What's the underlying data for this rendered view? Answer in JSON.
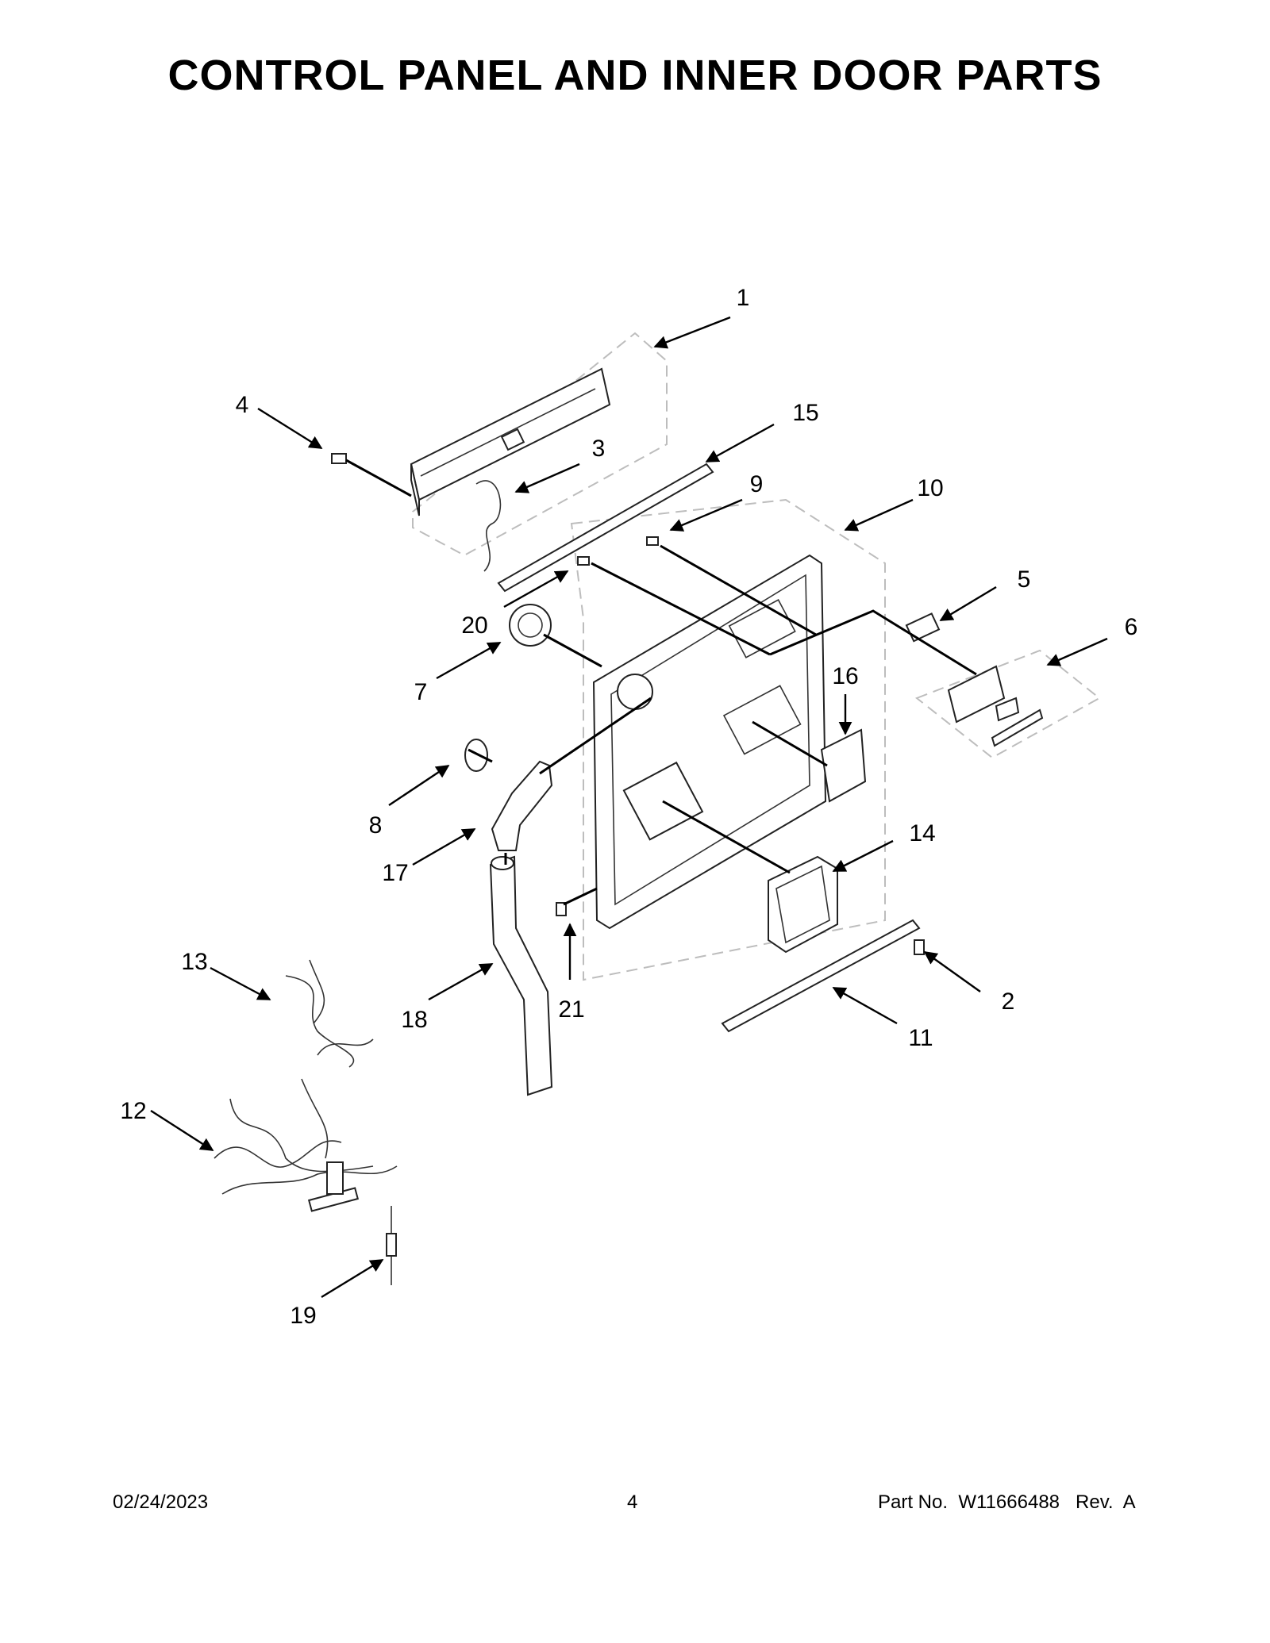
{
  "title": "CONTROL PANEL AND INNER DOOR PARTS",
  "callouts": [
    {
      "id": "c1",
      "label": "1"
    },
    {
      "id": "c2",
      "label": "2"
    },
    {
      "id": "c3",
      "label": "3"
    },
    {
      "id": "c4",
      "label": "4"
    },
    {
      "id": "c5",
      "label": "5"
    },
    {
      "id": "c6",
      "label": "6"
    },
    {
      "id": "c7",
      "label": "7"
    },
    {
      "id": "c8",
      "label": "8"
    },
    {
      "id": "c9",
      "label": "9"
    },
    {
      "id": "c10",
      "label": "10"
    },
    {
      "id": "c11",
      "label": "11"
    },
    {
      "id": "c12",
      "label": "12"
    },
    {
      "id": "c13",
      "label": "13"
    },
    {
      "id": "c14",
      "label": "14"
    },
    {
      "id": "c15",
      "label": "15"
    },
    {
      "id": "c16",
      "label": "16"
    },
    {
      "id": "c17",
      "label": "17"
    },
    {
      "id": "c18",
      "label": "18"
    },
    {
      "id": "c19",
      "label": "19"
    },
    {
      "id": "c20",
      "label": "20"
    },
    {
      "id": "c21",
      "label": "21"
    }
  ],
  "footer": {
    "date": "02/24/2023",
    "page": "4",
    "part_no": "Part No.  W11666488   Rev.  A"
  }
}
